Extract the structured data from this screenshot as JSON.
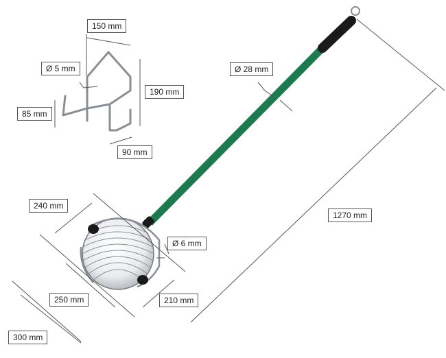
{
  "dimensions": {
    "hook_width": "150 mm",
    "wire_diameter": "Ø 5 mm",
    "hook_height": "190 mm",
    "hook_depth": "85 mm",
    "hook_base": "90 mm",
    "pole_diameter": "Ø 28 mm",
    "total_length": "1270 mm",
    "basket_width": "240 mm",
    "basket_wire": "Ø 6 mm",
    "basket_diameter": "250 mm",
    "basket_depth": "210 mm",
    "basket_length": "300 mm"
  },
  "colors": {
    "pole": "#1e7a4e",
    "grip": "#1a1a1a",
    "wire": "#8a8f96",
    "dim_line": "#555555"
  }
}
